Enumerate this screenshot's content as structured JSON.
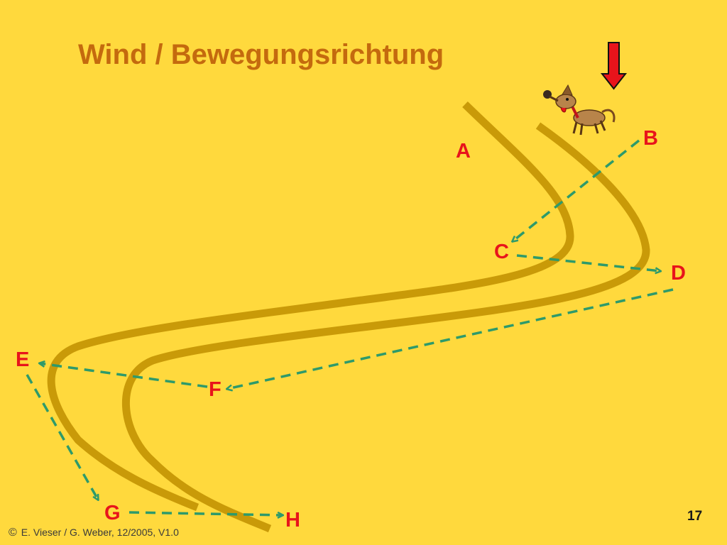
{
  "slide": {
    "title": "Wind / Bewegungsrichtung",
    "page_number": "17",
    "footer": {
      "symbol": "©",
      "text": "E. Vieser / G. Weber, 12/2005, V1.0"
    }
  },
  "labels": {
    "a": "A",
    "b": "B",
    "c": "C",
    "d": "D",
    "e": "E",
    "f": "F",
    "g": "G",
    "h": "H"
  },
  "colors": {
    "background": "#FFD93D",
    "title": "#C46A0E",
    "track": "#C99A08",
    "route": "#2E9A6A",
    "label": "#E8141B",
    "wind_arrow": "#E8141B"
  },
  "icons": {
    "wind_indicator": "red-down-arrow",
    "dog": "running-dog"
  }
}
